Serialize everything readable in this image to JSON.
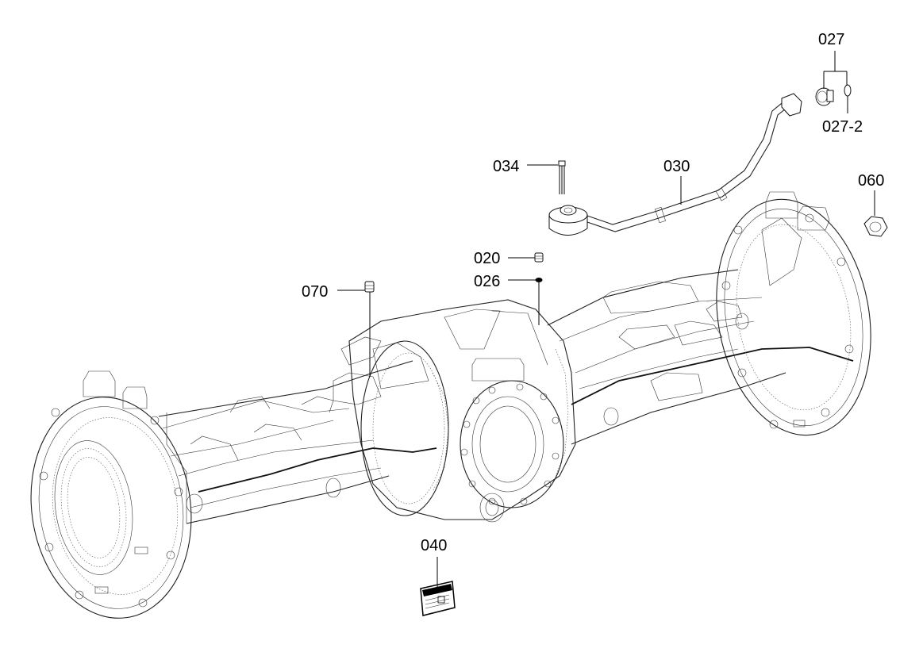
{
  "callouts": {
    "p027": "027",
    "p027_2": "027-2",
    "p034": "034",
    "p030": "030",
    "p060": "060",
    "p020": "020",
    "p026": "026",
    "p070": "070",
    "p040": "040"
  }
}
